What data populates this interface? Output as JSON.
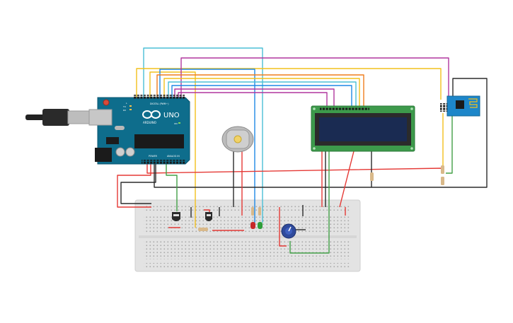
{
  "arduino": {
    "logo": "UNO",
    "brand": "ARDUINO",
    "digital_label": "DIGITAL (PWM~)",
    "power_label": "POWER",
    "analog_label": "ANALOG IN",
    "tx_label": "TX",
    "rx_label": "RX",
    "l_label": "L",
    "on_label": "ON"
  },
  "wire_colors": {
    "red": "#e53935",
    "black": "#2b2b2b",
    "green": "#43a047",
    "yellow": "#f2c01d",
    "orange": "#ef7d1c",
    "blue": "#1e88e5",
    "cyan": "#4bbfd6",
    "purple": "#b0379e",
    "brown": "#8d5524"
  },
  "components": {
    "lcd": "lcd-16x2",
    "wifi": "esp8266-module",
    "sensor1": "temperature-sensor",
    "sensor2": "transistor",
    "motor": "dc-motor",
    "led_red": "red-led",
    "led_green": "green-led",
    "pot": "potentiometer"
  }
}
